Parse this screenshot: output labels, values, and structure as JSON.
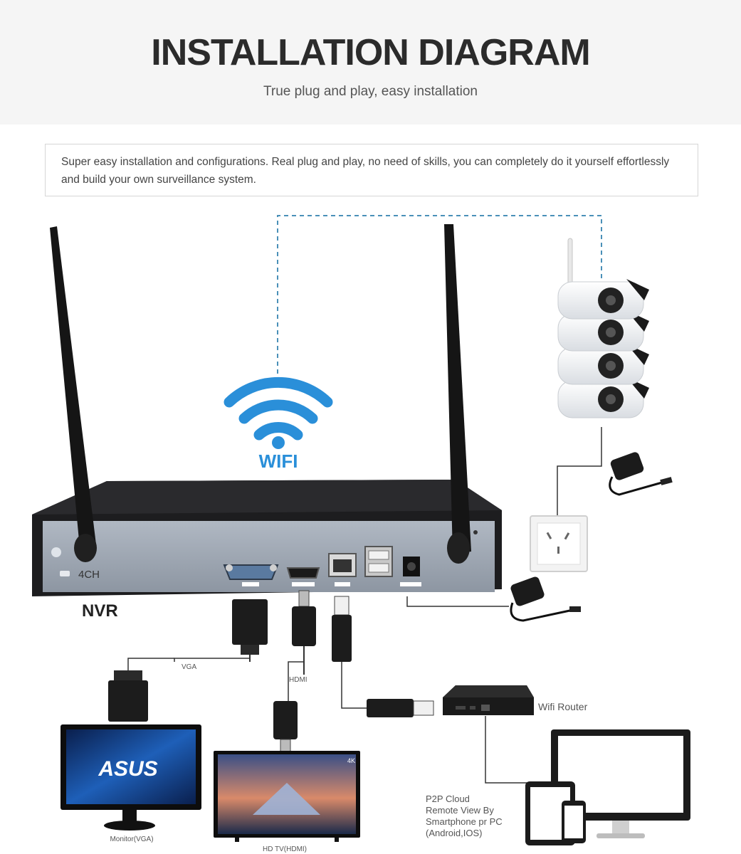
{
  "header": {
    "title": "INSTALLATION DIAGRAM",
    "subtitle": "True plug and play, easy installation"
  },
  "intro": {
    "text": "Super easy installation and configurations. Real plug and play, no need of skills, you can completely do it yourself effortlessly and build your own surveillance system."
  },
  "labels": {
    "wifi": "WIFI",
    "nvr": "NVR",
    "channels": "4CH",
    "vga": "VGA",
    "hdmi": "HDMI",
    "wifi_router": "Wifi Router",
    "monitor": "Monitor(VGA)",
    "hdtv": "HD TV(HDMI)",
    "p2p_line1": "P2P Cloud",
    "p2p_line2": "Remote View By",
    "p2p_line3": "Smartphone pr PC",
    "p2p_line4": "(Android,IOS)",
    "monitor_brand": "ASUS",
    "tv_badge": "4K"
  },
  "colors": {
    "wifi_blue": "#2a8fd9",
    "dashed_line": "#4a90b8",
    "nvr_body": "#1d1d1f",
    "nvr_panel": "#a3acb8"
  },
  "icons": [
    "wifi-icon",
    "antenna",
    "camera",
    "power-adapter",
    "wall-socket",
    "router",
    "monitor",
    "tv",
    "laptop",
    "tablet",
    "smartphone",
    "cable-connector"
  ]
}
